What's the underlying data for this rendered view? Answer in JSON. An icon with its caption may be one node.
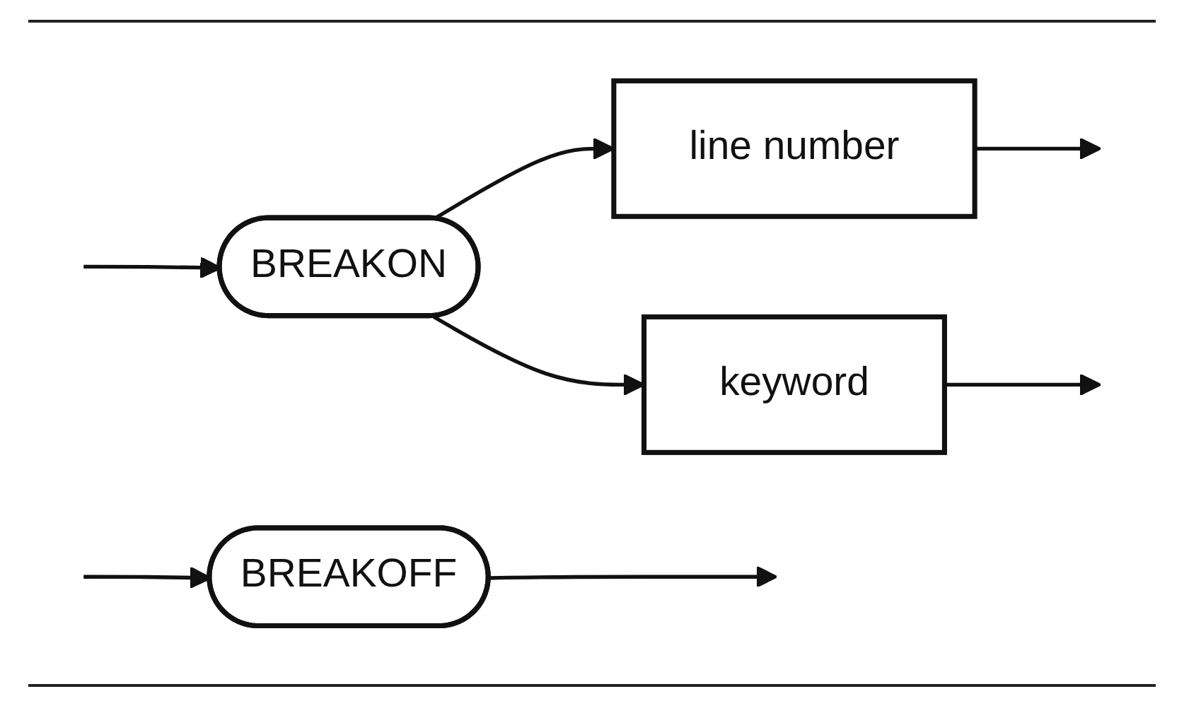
{
  "diagram": {
    "nodes": [
      {
        "text": [
          "BREAKOFF"
        ]
      },
      {
        "text": [
          "BREAKON"
        ]
      },
      {
        "text": [
          "line number"
        ]
      },
      {
        "text": [
          "keyword"
        ]
      }
    ],
    "edges": [
      {
        "from": null,
        "to": 0,
        "arrow": "to"
      },
      {
        "from": 0,
        "to": null,
        "arrow": "to"
      },
      {
        "from": null,
        "to": 1,
        "arrow": "to"
      },
      {
        "from": 1,
        "to": 2,
        "arrow": "to"
      },
      {
        "from": 1,
        "to": 3,
        "arrow": "to"
      },
      {
        "from": 2,
        "to": null,
        "arrow": "to"
      },
      {
        "from": 3,
        "to": null,
        "arrow": "to"
      }
    ]
  }
}
